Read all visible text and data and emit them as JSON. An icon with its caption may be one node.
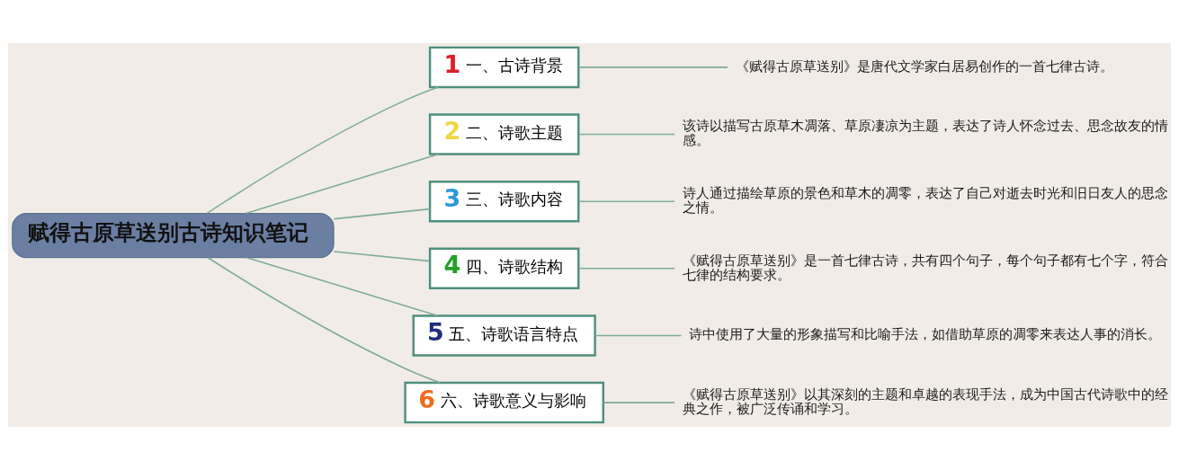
{
  "diagram": {
    "nodes": [
      {
        "text": [
          "赋得古原草送别古诗知识笔记"
        ]
      },
      {
        "text": [
          "1",
          "一、古诗背景"
        ]
      },
      {
        "text": [
          "《赋得古原草送别》是唐代文学家白居易创作的一首七律古诗。"
        ]
      },
      {
        "text": [
          "2",
          "二、诗歌主题"
        ]
      },
      {
        "text": [
          "该诗以描写古原草木凋落、草原凄凉为主题，表达了诗人怀念过去、思念故友的情感。"
        ]
      },
      {
        "text": [
          "3",
          "三、诗歌内容"
        ]
      },
      {
        "text": [
          "诗人通过描绘草原的景色和草木的凋零，表达了自己对逝去时光和旧日友人的思念之情。"
        ]
      },
      {
        "text": [
          "4",
          "四、诗歌结构"
        ]
      },
      {
        "text": [
          "《赋得古原草送别》是一首七律古诗，共有四个句子，每个句子都有七个字，符合七律的结构要求。"
        ]
      },
      {
        "text": [
          "5",
          "五、诗歌语言特点"
        ]
      },
      {
        "text": [
          "诗中使用了大量的形象描写和比喻手法，如借助草原的凋零来表达人事的消长。"
        ]
      },
      {
        "text": [
          "6",
          "六、诗歌意义与影响"
        ]
      },
      {
        "text": [
          "《赋得古原草送别》以其深刻的主题和卓越的表现手法，成为中国古代诗歌中的经典之作，被广泛传诵和学习。"
        ]
      }
    ],
    "edges": [
      {
        "from": 0,
        "to": 1,
        "arrow": "none"
      },
      {
        "from": 0,
        "to": 3,
        "arrow": "none"
      },
      {
        "from": 0,
        "to": 5,
        "arrow": "none"
      },
      {
        "from": 0,
        "to": 7,
        "arrow": "none"
      },
      {
        "from": 0,
        "to": 9,
        "arrow": "none"
      },
      {
        "from": 0,
        "to": 11,
        "arrow": "none"
      },
      {
        "from": 1,
        "to": 2,
        "arrow": "none"
      },
      {
        "from": 3,
        "to": 4,
        "arrow": "none"
      },
      {
        "from": 5,
        "to": 6,
        "arrow": "none"
      },
      {
        "from": 7,
        "to": 8,
        "arrow": "none"
      },
      {
        "from": 9,
        "to": 10,
        "arrow": "none"
      },
      {
        "from": 11,
        "to": 12,
        "arrow": "none"
      }
    ]
  }
}
